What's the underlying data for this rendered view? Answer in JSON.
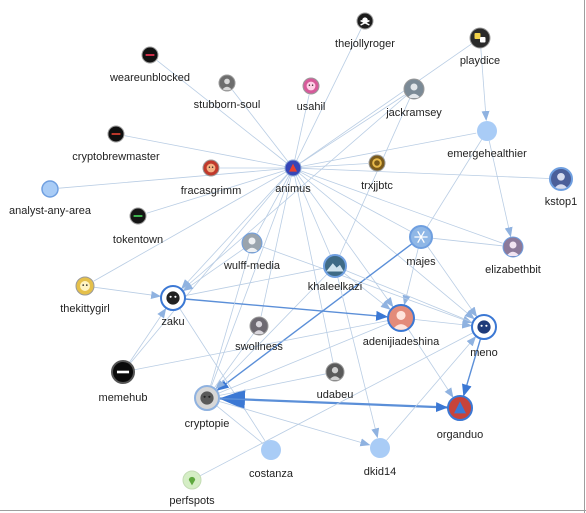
{
  "graph": {
    "colors": {
      "edge": "#b9cde4",
      "edge_strong": "#5b8fd8",
      "arrow": "#8fb2e0",
      "arrow_strong": "#3b78d4",
      "node_fill": "#a9ccf6",
      "node_stroke": "#6f9fe0",
      "label": "#222222"
    },
    "nodes": [
      {
        "id": "thejollyroger",
        "label": "thejollyroger",
        "kind": "avatar",
        "icon": "skull-flag",
        "bg": "#1c1c1c",
        "fg": "#ffffff",
        "ring": "#9a9a9a"
      },
      {
        "id": "playdice",
        "label": "playdice",
        "kind": "avatar",
        "icon": "dice",
        "bg": "#2a2a2a",
        "fg": "#f2d24a",
        "ring": "#9a9a9a"
      },
      {
        "id": "weareunblocked",
        "label": "weareunblocked",
        "kind": "avatar",
        "icon": "logo-dark",
        "bg": "#111111",
        "fg": "#d4304a",
        "ring": "#9a9a9a"
      },
      {
        "id": "stubborn-soul",
        "label": "stubborn-soul",
        "kind": "avatar",
        "icon": "portrait",
        "bg": "#6d6d6d",
        "fg": "#d8d8d8",
        "ring": "#9a9a9a"
      },
      {
        "id": "usahil",
        "label": "usahil",
        "kind": "avatar",
        "icon": "cartoon",
        "bg": "#d65a9a",
        "fg": "#ffd0e6",
        "ring": "#9a9a9a"
      },
      {
        "id": "jackramsey",
        "label": "jackramsey",
        "kind": "avatar",
        "icon": "portrait",
        "bg": "#7b8a96",
        "fg": "#e2e6ea",
        "ring": "#9a9a9a"
      },
      {
        "id": "emergehealthier",
        "label": "emergehealthier",
        "kind": "plain",
        "r": 10
      },
      {
        "id": "cryptobrewmaster",
        "label": "cryptobrewmaster",
        "kind": "avatar",
        "icon": "logo-dark",
        "bg": "#0f0f0f",
        "fg": "#c0392b",
        "ring": "#9a9a9a"
      },
      {
        "id": "fracasgrimm",
        "label": "fracasgrimm",
        "kind": "avatar",
        "icon": "cartoon",
        "bg": "#c0392b",
        "fg": "#f4b183",
        "ring": "#9a9a9a"
      },
      {
        "id": "animus",
        "label": "animus",
        "kind": "avatar",
        "icon": "logo",
        "bg": "#3545b8",
        "fg": "#e8402f",
        "ring": "#8aa6d6"
      },
      {
        "id": "trxjjbtc",
        "label": "trxjjbtc",
        "kind": "avatar",
        "icon": "coin",
        "bg": "#7a5a1a",
        "fg": "#e7b94a",
        "ring": "#9a9a9a"
      },
      {
        "id": "kstop1",
        "label": "kstop1",
        "kind": "avatar",
        "icon": "portrait",
        "bg": "#4b5f9a",
        "fg": "#d7dcef",
        "ring": "#6f9fe0"
      },
      {
        "id": "analyst-any-area",
        "label": "analyst-any-area",
        "kind": "plain",
        "r": 8
      },
      {
        "id": "tokentown",
        "label": "tokentown",
        "kind": "avatar",
        "icon": "logo-dark",
        "bg": "#151515",
        "fg": "#3fb950",
        "ring": "#9a9a9a"
      },
      {
        "id": "wulff-media",
        "label": "wulff-media",
        "kind": "avatar",
        "icon": "portrait",
        "bg": "#9aa4ad",
        "fg": "#eef0f2",
        "ring": "#6f9fe0"
      },
      {
        "id": "majes",
        "label": "majes",
        "kind": "avatar",
        "icon": "snowflake",
        "bg": "#8fb7e6",
        "fg": "#ffffff",
        "ring": "#6f9fe0"
      },
      {
        "id": "elizabethbit",
        "label": "elizabethbit",
        "kind": "avatar",
        "icon": "portrait",
        "bg": "#8c7a9a",
        "fg": "#f1e4f2",
        "ring": "#6f9fe0"
      },
      {
        "id": "thekittygirl",
        "label": "thekittygirl",
        "kind": "avatar",
        "icon": "cartoon",
        "bg": "#e5c04a",
        "fg": "#fff3c2",
        "ring": "#9a9a9a"
      },
      {
        "id": "zaku",
        "label": "zaku",
        "kind": "avatar",
        "icon": "cartoon",
        "bg": "#ffffff",
        "fg": "#222222",
        "ring": "#3b78d4"
      },
      {
        "id": "khaleelkazi",
        "label": "khaleelkazi",
        "kind": "avatar",
        "icon": "landscape",
        "bg": "#3f6b86",
        "fg": "#cfe3ee",
        "ring": "#6f9fe0"
      },
      {
        "id": "adenijiadeshina",
        "label": "adenijiadeshina",
        "kind": "avatar",
        "icon": "portrait",
        "bg": "#e38b7a",
        "fg": "#ffe4dc",
        "ring": "#3b78d4"
      },
      {
        "id": "meno",
        "label": "meno",
        "kind": "avatar",
        "icon": "cartoon",
        "bg": "#ffffff",
        "fg": "#1f3b7a",
        "ring": "#3b78d4"
      },
      {
        "id": "swollness",
        "label": "swollness",
        "kind": "avatar",
        "icon": "portrait",
        "bg": "#6e6a72",
        "fg": "#d9d6dc",
        "ring": "#9a9a9a"
      },
      {
        "id": "memehub",
        "label": "memehub",
        "kind": "avatar",
        "icon": "logo-dark",
        "bg": "#0a0a0a",
        "fg": "#ffffff",
        "ring": "#555555"
      },
      {
        "id": "udabeu",
        "label": "udabeu",
        "kind": "avatar",
        "icon": "portrait",
        "bg": "#5a5a5a",
        "fg": "#d0d0d0",
        "ring": "#9a9a9a"
      },
      {
        "id": "cryptopie",
        "label": "cryptopie",
        "kind": "avatar",
        "icon": "cartoon",
        "bg": "#d7d7d7",
        "fg": "#5a5a5a",
        "ring": "#8fb2e0"
      },
      {
        "id": "organduo",
        "label": "organduo",
        "kind": "avatar",
        "icon": "logo",
        "bg": "#c7433a",
        "fg": "#3b78d4",
        "ring": "#3b78d4"
      },
      {
        "id": "costanza",
        "label": "costanza",
        "kind": "plain",
        "r": 10
      },
      {
        "id": "dkid14",
        "label": "dkid14",
        "kind": "plain",
        "r": 10
      },
      {
        "id": "perfspots",
        "label": "perfspots",
        "kind": "avatar",
        "icon": "pin",
        "bg": "#d5eec5",
        "fg": "#5ea83e",
        "ring": "#c4dcb5"
      }
    ],
    "edges": [
      {
        "from": "animus",
        "to": "weareunblocked"
      },
      {
        "from": "animus",
        "to": "stubborn-soul"
      },
      {
        "from": "animus",
        "to": "usahil"
      },
      {
        "from": "animus",
        "to": "thejollyroger"
      },
      {
        "from": "animus",
        "to": "jackramsey"
      },
      {
        "from": "animus",
        "to": "playdice"
      },
      {
        "from": "animus",
        "to": "emergehealthier"
      },
      {
        "from": "animus",
        "to": "cryptobrewmaster"
      },
      {
        "from": "animus",
        "to": "fracasgrimm"
      },
      {
        "from": "animus",
        "to": "trxjjbtc"
      },
      {
        "from": "animus",
        "to": "kstop1"
      },
      {
        "from": "animus",
        "to": "analyst-any-area"
      },
      {
        "from": "animus",
        "to": "tokentown"
      },
      {
        "from": "animus",
        "to": "thekittygirl"
      },
      {
        "from": "animus",
        "to": "wulff-media"
      },
      {
        "from": "animus",
        "to": "zaku",
        "arrow": true
      },
      {
        "from": "animus",
        "to": "swollness"
      },
      {
        "from": "animus",
        "to": "khaleelkazi"
      },
      {
        "from": "animus",
        "to": "majes"
      },
      {
        "from": "animus",
        "to": "elizabethbit"
      },
      {
        "from": "animus",
        "to": "adenijiadeshina",
        "arrow": true
      },
      {
        "from": "animus",
        "to": "meno",
        "arrow": true
      },
      {
        "from": "animus",
        "to": "cryptopie"
      },
      {
        "from": "animus",
        "to": "udabeu"
      },
      {
        "from": "animus",
        "to": "memehub"
      },
      {
        "from": "playdice",
        "to": "emergehealthier",
        "arrow": true
      },
      {
        "from": "emergehealthier",
        "to": "elizabethbit",
        "arrow": true
      },
      {
        "from": "emergehealthier",
        "to": "majes"
      },
      {
        "from": "jackramsey",
        "to": "khaleelkazi"
      },
      {
        "from": "jackramsey",
        "to": "zaku"
      },
      {
        "from": "majes",
        "to": "elizabethbit"
      },
      {
        "from": "majes",
        "to": "cryptopie",
        "arrow": true,
        "strong": true
      },
      {
        "from": "majes",
        "to": "adenijiadeshina",
        "arrow": true
      },
      {
        "from": "majes",
        "to": "meno",
        "arrow": true
      },
      {
        "from": "wulff-media",
        "to": "zaku",
        "arrow": true
      },
      {
        "from": "wulff-media",
        "to": "meno",
        "arrow": true
      },
      {
        "from": "khaleelkazi",
        "to": "cryptopie",
        "arrow": true
      },
      {
        "from": "khaleelkazi",
        "to": "dkid14",
        "arrow": true
      },
      {
        "from": "khaleelkazi",
        "to": "adenijiadeshina",
        "arrow": true
      },
      {
        "from": "khaleelkazi",
        "to": "meno"
      },
      {
        "from": "zaku",
        "to": "adenijiadeshina",
        "arrow": true,
        "strong": true
      },
      {
        "from": "zaku",
        "to": "costanza"
      },
      {
        "from": "zaku",
        "to": "khaleelkazi"
      },
      {
        "from": "thekittygirl",
        "to": "zaku",
        "arrow": true
      },
      {
        "from": "memehub",
        "to": "zaku",
        "arrow": true
      },
      {
        "from": "memehub",
        "to": "adenijiadeshina"
      },
      {
        "from": "adenijiadeshina",
        "to": "meno",
        "arrow": true
      },
      {
        "from": "adenijiadeshina",
        "to": "organduo",
        "arrow": true
      },
      {
        "from": "adenijiadeshina",
        "to": "cryptopie"
      },
      {
        "from": "meno",
        "to": "organduo",
        "arrow": true,
        "strong": true
      },
      {
        "from": "organduo",
        "to": "cryptopie",
        "arrow": true,
        "strong": true,
        "big": true
      },
      {
        "from": "cryptopie",
        "to": "organduo",
        "arrow": true,
        "strong": true
      },
      {
        "from": "cryptopie",
        "to": "dkid14",
        "arrow": true
      },
      {
        "from": "costanza",
        "to": "cryptopie"
      },
      {
        "from": "dkid14",
        "to": "meno",
        "arrow": true
      },
      {
        "from": "perfspots",
        "to": "meno"
      },
      {
        "from": "udabeu",
        "to": "cryptopie"
      },
      {
        "from": "swollness",
        "to": "cryptopie"
      },
      {
        "from": "wulff-media",
        "to": "cryptopie"
      }
    ]
  }
}
